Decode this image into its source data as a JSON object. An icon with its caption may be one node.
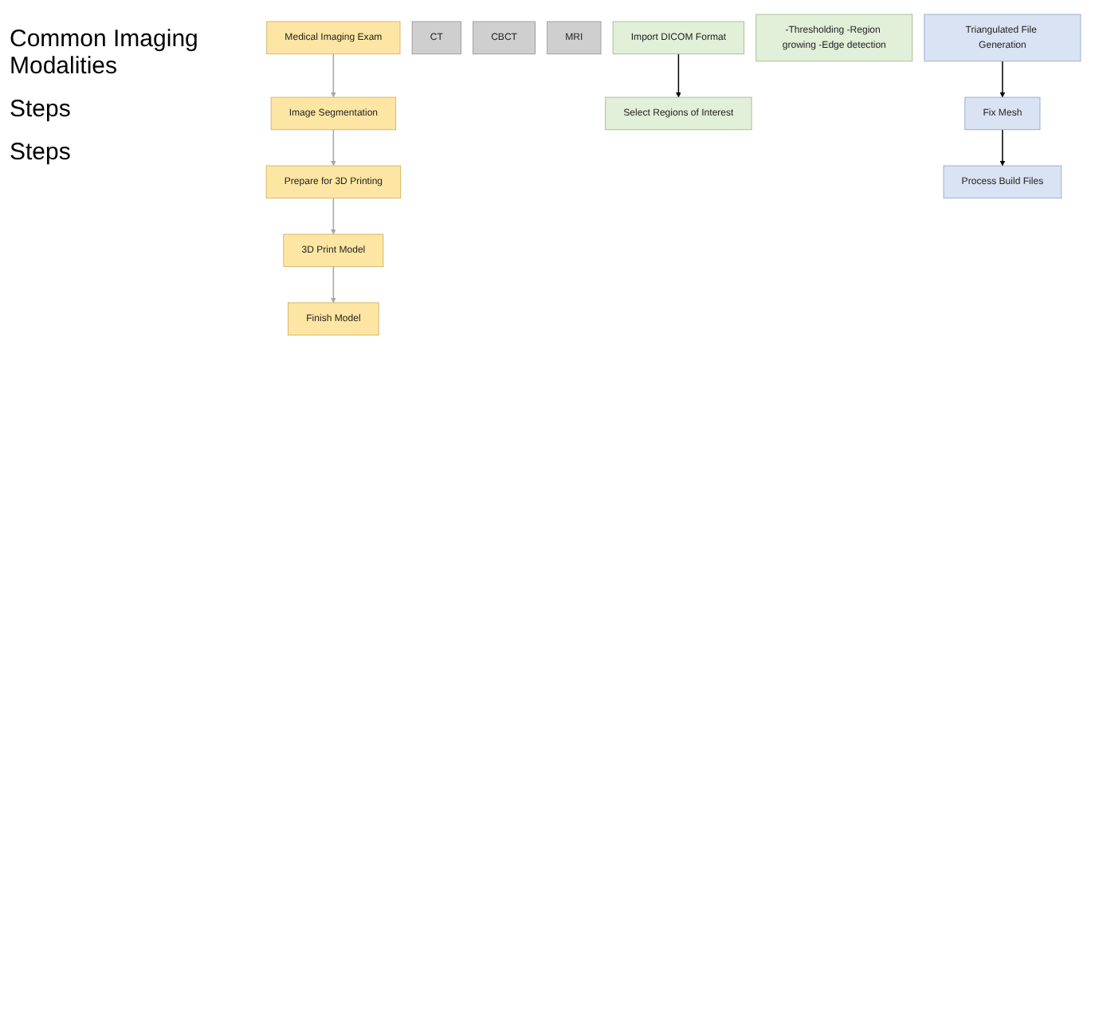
{
  "diagram": {
    "nodes": [
      {
        "text": [
          "Medical Imaging Exam"
        ]
      },
      {
        "text": [
          "CT"
        ]
      },
      {
        "text": [
          "CBCT"
        ]
      },
      {
        "text": [
          "MRI"
        ]
      },
      {
        "text": [
          "Image Segmentation"
        ]
      },
      {
        "text": [
          "Import DICOM Format"
        ]
      },
      {
        "text": [
          "Select Regions of Interest"
        ]
      },
      {
        "text": [
          "-Thresholding -Region growing -Edge detection"
        ]
      },
      {
        "text": [
          "Prepare for 3D Printing"
        ]
      },
      {
        "text": [
          "Triangulated File Generation"
        ]
      },
      {
        "text": [
          "Fix Mesh"
        ]
      },
      {
        "text": [
          "Process Build Files"
        ]
      },
      {
        "text": [
          "3D Print Model"
        ]
      },
      {
        "text": [
          "Finish Model"
        ]
      }
    ],
    "edges": [
      {
        "from": 0,
        "to": 4,
        "arrow": "to"
      },
      {
        "from": 5,
        "to": 6,
        "arrow": "to",
        "color": "#000000"
      },
      {
        "from": 4,
        "to": 8,
        "arrow": "to"
      },
      {
        "from": 9,
        "to": 10,
        "arrow": "to",
        "color": "#000000"
      },
      {
        "from": 10,
        "to": 11,
        "arrow": "to",
        "color": "#000000"
      },
      {
        "from": 8,
        "to": 12,
        "arrow": "to"
      },
      {
        "from": 12,
        "to": 13,
        "arrow": "to"
      }
    ],
    "labels": [
      "Common Imaging Modalities",
      "Steps",
      "Steps"
    ]
  }
}
